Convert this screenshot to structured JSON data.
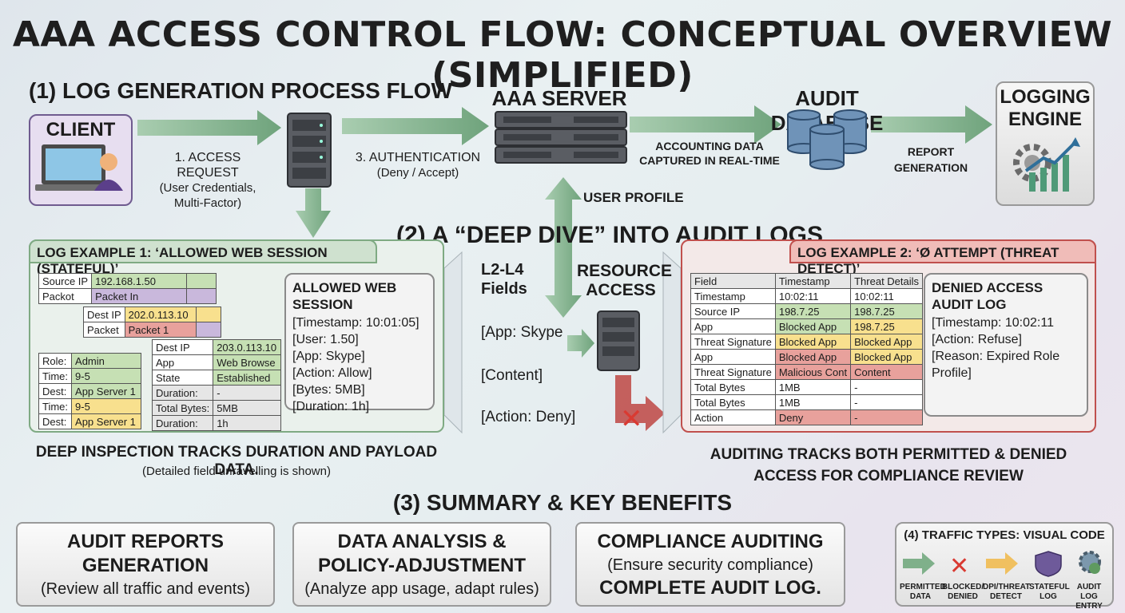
{
  "title": "AAA ACCESS CONTROL FLOW: CONCEPTUAL OVERVIEW (SIMPLIFIED)",
  "section1": {
    "heading": "(1) LOG GENERATION PROCESS FLOW",
    "client": "CLIENT",
    "aaa_server": "AAA SERVER",
    "audit_db": "AUDIT DATABASE",
    "logging_engine_l1": "LOGGING",
    "logging_engine_l2": "ENGINE",
    "access_request_l1": "1. ACCESS REQUEST",
    "access_request_l2": "(User Credentials,",
    "access_request_l3": "Multi-Factor)",
    "authentication_l1": "3. AUTHENTICATION",
    "authentication_l2": "(Deny / Accept)",
    "accounting_l1": "ACCOUNTING DATA",
    "accounting_l2": "CAPTURED IN REAL-TIME",
    "report_l1": "REPORT",
    "report_l2": "GENERATION",
    "user_profile": "USER PROFILE"
  },
  "section2": {
    "heading": "(2) A “DEEP DIVE” INTO AUDIT LOGS",
    "l2l4_l1": "L2-L4",
    "l2l4_l2": "Fields",
    "app_skype": "[App: Skype",
    "content": "[Content]",
    "action_deny": "[Action: Deny]",
    "resource_l1": "RESOURCE",
    "resource_l2": "ACCESS"
  },
  "log1": {
    "tab": "LOG EXAMPLE 1: ‘ALLOWED WEB SESSION (STATEFUL)’",
    "t1": [
      [
        "Source IP",
        "192.168.1.50"
      ],
      [
        "Packot",
        "Packet In"
      ]
    ],
    "t2": [
      [
        "Dest IP",
        "202.0.113.10"
      ],
      [
        "Packet",
        "Packet 1"
      ]
    ],
    "t3": [
      [
        "Role:",
        "Admin"
      ],
      [
        "Time:",
        "9-5"
      ],
      [
        "Dest:",
        "App Server 1"
      ],
      [
        "Time:",
        "9-5"
      ],
      [
        "Dest:",
        "App Server 1"
      ]
    ],
    "t4": [
      [
        "Dest IP",
        "203.0.113.10"
      ],
      [
        "App",
        "Web Browse"
      ],
      [
        "State",
        "Established"
      ],
      [
        "Duration:",
        "-"
      ],
      [
        "Total Bytes:",
        "5MB"
      ],
      [
        "Duration:",
        "1h"
      ]
    ],
    "callout_title": "ALLOWED WEB SESSION",
    "callout_lines": [
      "[Timestamp: 10:01:05]",
      "[User: 1.50]",
      "[App: Skype]",
      "[Action: Allow]",
      "[Bytes: 5MB]",
      "[Duration: 1h]"
    ],
    "caption": "DEEP INSPECTION TRACKS DURATION AND PAYLOAD DATA.",
    "subcaption": "(Detailed field unravelling is shown)"
  },
  "log2": {
    "tab": "LOG EXAMPLE 2: ‘Ø ATTEMPT (THREAT DETECT)’",
    "headers": [
      "Field",
      "Timestamp",
      "Threat Details"
    ],
    "rows": [
      [
        "Timestamp",
        "10:02:11",
        "10:02:11"
      ],
      [
        "Source IP",
        "198.7.25",
        "198.7.25"
      ],
      [
        "App",
        "Blocked App",
        "198.7.25"
      ],
      [
        "Threat Signature",
        "Blocked App",
        "Blocked App"
      ],
      [
        "App",
        "Blocked App",
        "Blocked App"
      ],
      [
        "Threat Signature",
        "Malicious Cont",
        "Content"
      ],
      [
        "Total Bytes",
        "1MB",
        "-"
      ],
      [
        "Total Bytes",
        "1MB",
        "-"
      ],
      [
        "Action",
        "Deny",
        "-"
      ]
    ],
    "callout_title": "DENIED ACCESS AUDIT LOG",
    "callout_lines": [
      "[Timestamp: 10:02:11",
      "[Action: Refuse]",
      "[Reason: Expired Role Profile]"
    ],
    "caption_l1": "AUDITING TRACKS BOTH PERMITTED & DENIED",
    "caption_l2": "ACCESS FOR COMPLIANCE REVIEW"
  },
  "section3": {
    "heading": "(3) SUMMARY & KEY BENEFITS",
    "cards": [
      {
        "t1": "AUDIT REPORTS",
        "t2": "GENERATION",
        "s": "(Review all traffic and events)"
      },
      {
        "t1": "DATA ANALYSIS &",
        "t2": "POLICY-ADJUSTMENT",
        "s": "(Analyze app usage, adapt rules)"
      },
      {
        "t1": "COMPLIANCE AUDITING",
        "s": "(Ensure security compliance)",
        "t2": "COMPLETE AUDIT LOG."
      }
    ]
  },
  "legend": {
    "heading": "(4) TRAFFIC TYPES: VISUAL CODE",
    "items": [
      {
        "l1": "PERMITTED",
        "l2": "DATA"
      },
      {
        "l1": "BLOCKED/",
        "l2": "DENIED"
      },
      {
        "l1": "DPI/THREAT",
        "l2": "DETECT"
      },
      {
        "l1": "STATEFUL",
        "l2": "LOG"
      },
      {
        "l1": "AUDIT LOG",
        "l2": "ENTRY"
      }
    ]
  },
  "colors": {
    "permitted": "#7fb08a",
    "denied": "#c0504d",
    "threat": "#f0c060",
    "stateful": "#6e5a9a"
  }
}
